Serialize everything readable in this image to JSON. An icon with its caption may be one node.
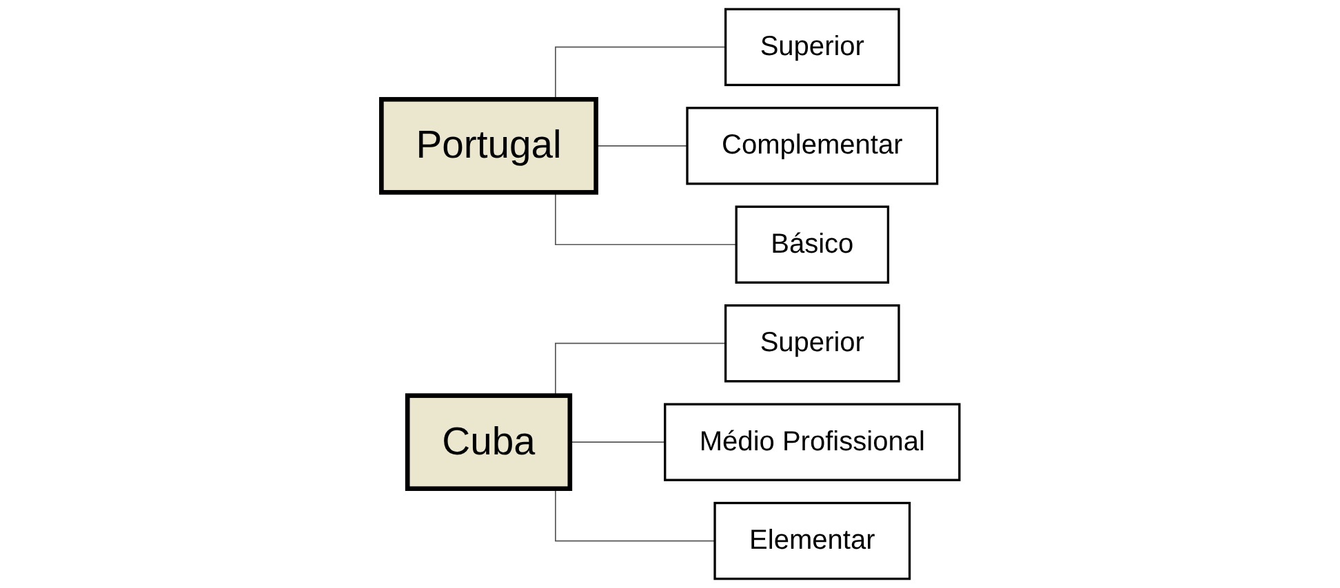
{
  "diagram": {
    "nodes": [
      {
        "text": [
          "Portugal"
        ]
      },
      {
        "text": [
          "Superior"
        ]
      },
      {
        "text": [
          "Complementar"
        ]
      },
      {
        "text": [
          "Básico"
        ]
      },
      {
        "text": [
          "Cuba"
        ]
      },
      {
        "text": [
          "Superior"
        ]
      },
      {
        "text": [
          "Médio Profissional"
        ]
      },
      {
        "text": [
          "Elementar"
        ]
      }
    ],
    "edges": [
      {
        "from": 0,
        "to": 1,
        "arrow": "none"
      },
      {
        "from": 0,
        "to": 2,
        "arrow": "none"
      },
      {
        "from": 0,
        "to": 3,
        "arrow": "none"
      },
      {
        "from": 4,
        "to": 5,
        "arrow": "none"
      },
      {
        "from": 4,
        "to": 6,
        "arrow": "none"
      },
      {
        "from": 4,
        "to": 7,
        "arrow": "none"
      }
    ]
  }
}
